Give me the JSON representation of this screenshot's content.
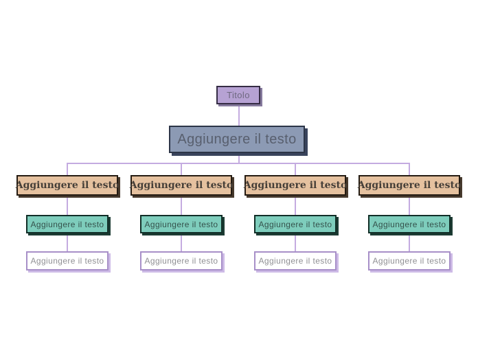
{
  "colors": {
    "background": "#ffffff",
    "connector": "#c4abe0",
    "root_fill": "#b6a2d3",
    "root_border": "#352c44",
    "root_text": "#6e6880",
    "root_shadow": "#85799c",
    "main_fill": "#8c9ab4",
    "main_border": "#2c3547",
    "main_text": "#585f6e",
    "main_shadow": "#39445c",
    "level1_fill": "#e5c19f",
    "level1_border": "#241b12",
    "level1_text": "#463f38",
    "level1_shadow": "#46392d",
    "level2_fill": "#7ecdbc",
    "level2_border": "#112e27",
    "level2_text": "#34514b",
    "level2_shadow": "#1c3b33",
    "level3_fill": "#ffffff",
    "level3_border": "#a78fc8",
    "level3_text": "#8f8f93",
    "level3_shadow": "#cdbae6"
  },
  "nodes": {
    "root": "Titolo",
    "main": "Aggiungere il testo",
    "branches": [
      {
        "level1": "Aggiungere il testo",
        "level2": "Aggiungere il testo",
        "level3": "Aggiungere il testo"
      },
      {
        "level1": "Aggiungere il testo",
        "level2": "Aggiungere il testo",
        "level3": "Aggiungere il testo"
      },
      {
        "level1": "Aggiungere il testo",
        "level2": "Aggiungere il testo",
        "level3": "Aggiungere il testo"
      },
      {
        "level1": "Aggiungere il testo",
        "level2": "Aggiungere il testo",
        "level3": "Aggiungere il testo"
      }
    ]
  }
}
